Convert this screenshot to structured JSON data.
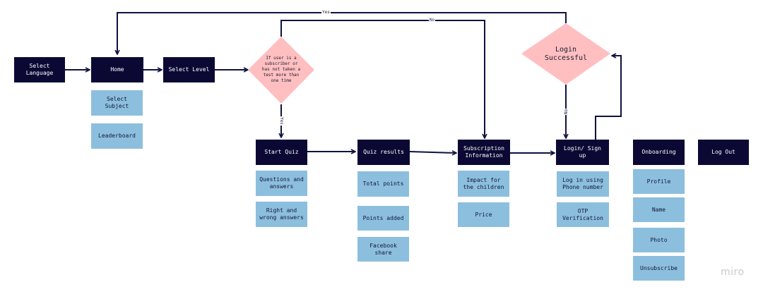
{
  "nodes": {
    "select_language": "Select Language",
    "home": "Home",
    "select_level": "Select Level",
    "decision": "If user is a subscriber or has not taken a test more than one time",
    "login_successful": "Login Successful",
    "select_subject": "Select Subject",
    "leaderboard": "Leaderboard",
    "start_quiz": "Start Quiz",
    "quiz_results": "Quiz results",
    "subscription_information": "Subscription Information",
    "login_signup": "Login/ Sign up",
    "onboarding": "Onboarding",
    "log_out": "Log Out",
    "questions_answers": "Questions and answers",
    "right_wrong_answers": "Right and wrong answers",
    "total_points": "Total points",
    "points_added": "Points added",
    "facebook_share": "Facebook share",
    "impact_children": "Impact for the children",
    "price": "Price",
    "login_phone": "Log in using Phone number",
    "otp_verification": "OTP Verification",
    "profile": "Profile",
    "name": "Name",
    "photo": "Photo",
    "unsubscribe": "Unsubscribe"
  },
  "edge_labels": {
    "yes_top": "Yes",
    "no_top": "No",
    "yes_decision": "Yes",
    "no_login": "No"
  },
  "logo": "miro",
  "colors": {
    "dark_box": "#0b0934",
    "light_box": "#8cbfdd",
    "diamond": "#ffbfc0",
    "line": "#0f1140"
  }
}
